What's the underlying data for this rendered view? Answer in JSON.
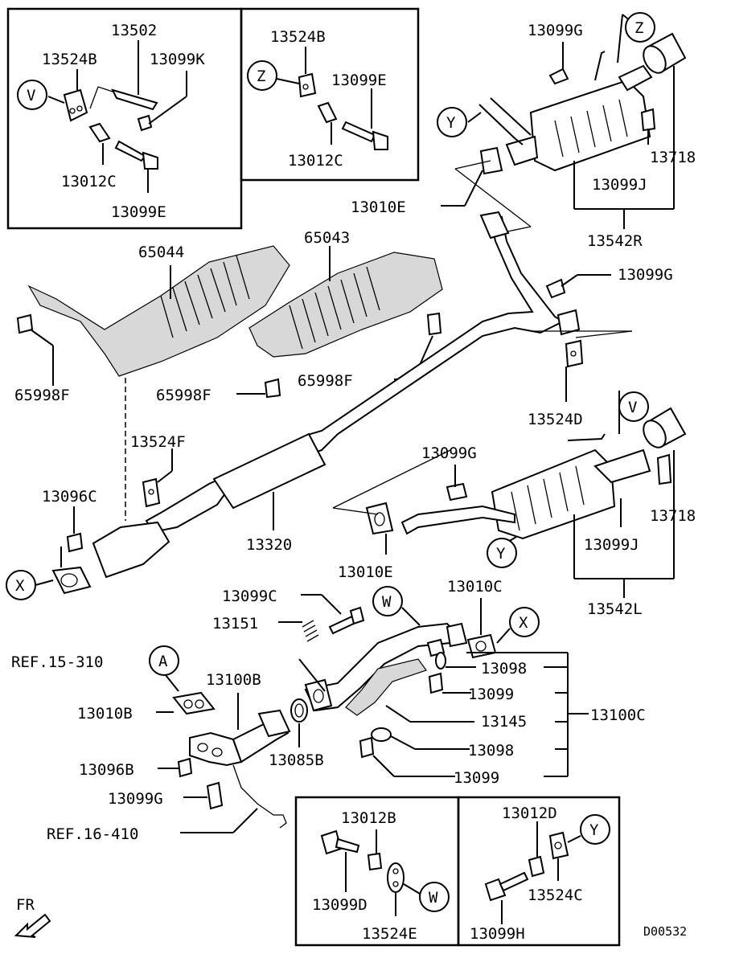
{
  "diagram_code": "D00532",
  "front_label": "FR",
  "callouts": {
    "V": "V",
    "W": "W",
    "X": "X",
    "Y": "Y",
    "Z": "Z",
    "A": "A"
  },
  "parts": {
    "p13502": "13502",
    "p13524B_a": "13524B",
    "p13099K": "13099K",
    "p13012C_a": "13012C",
    "p13099E_a": "13099E",
    "p13524B_b": "13524B",
    "p13099E_b": "13099E",
    "p13012C_b": "13012C",
    "p13099G_a": "13099G",
    "p13718_a": "13718",
    "p13099J_a": "13099J",
    "p13542R": "13542R",
    "p13010E_a": "13010E",
    "p65044": "65044",
    "p65043": "65043",
    "p65998F_a": "65998F",
    "p65998F_b": "65998F",
    "p65998F_c": "65998F",
    "p13099G_b": "13099G",
    "p13524D": "13524D",
    "p13524F": "13524F",
    "p13096C": "13096C",
    "p13320": "13320",
    "p13099G_c": "13099G",
    "p13010E_b": "13010E",
    "p13718_b": "13718",
    "p13099J_b": "13099J",
    "p13542L": "13542L",
    "p13099C": "13099C",
    "p13010C": "13010C",
    "p13151": "13151",
    "ref15310": "REF.15-310",
    "p13100B": "13100B",
    "p13010B": "13010B",
    "p13098_a": "13098",
    "p13099_a": "13099",
    "p13145": "13145",
    "p13100C": "13100C",
    "p13085B": "13085B",
    "p13098_b": "13098",
    "p13099_b": "13099",
    "p13096B": "13096B",
    "p13099G_d": "13099G",
    "ref16410": "REF.16-410",
    "p13012B": "13012B",
    "p13099D": "13099D",
    "p13524E": "13524E",
    "p13012D": "13012D",
    "p13524C": "13524C",
    "p13099H": "13099H"
  }
}
